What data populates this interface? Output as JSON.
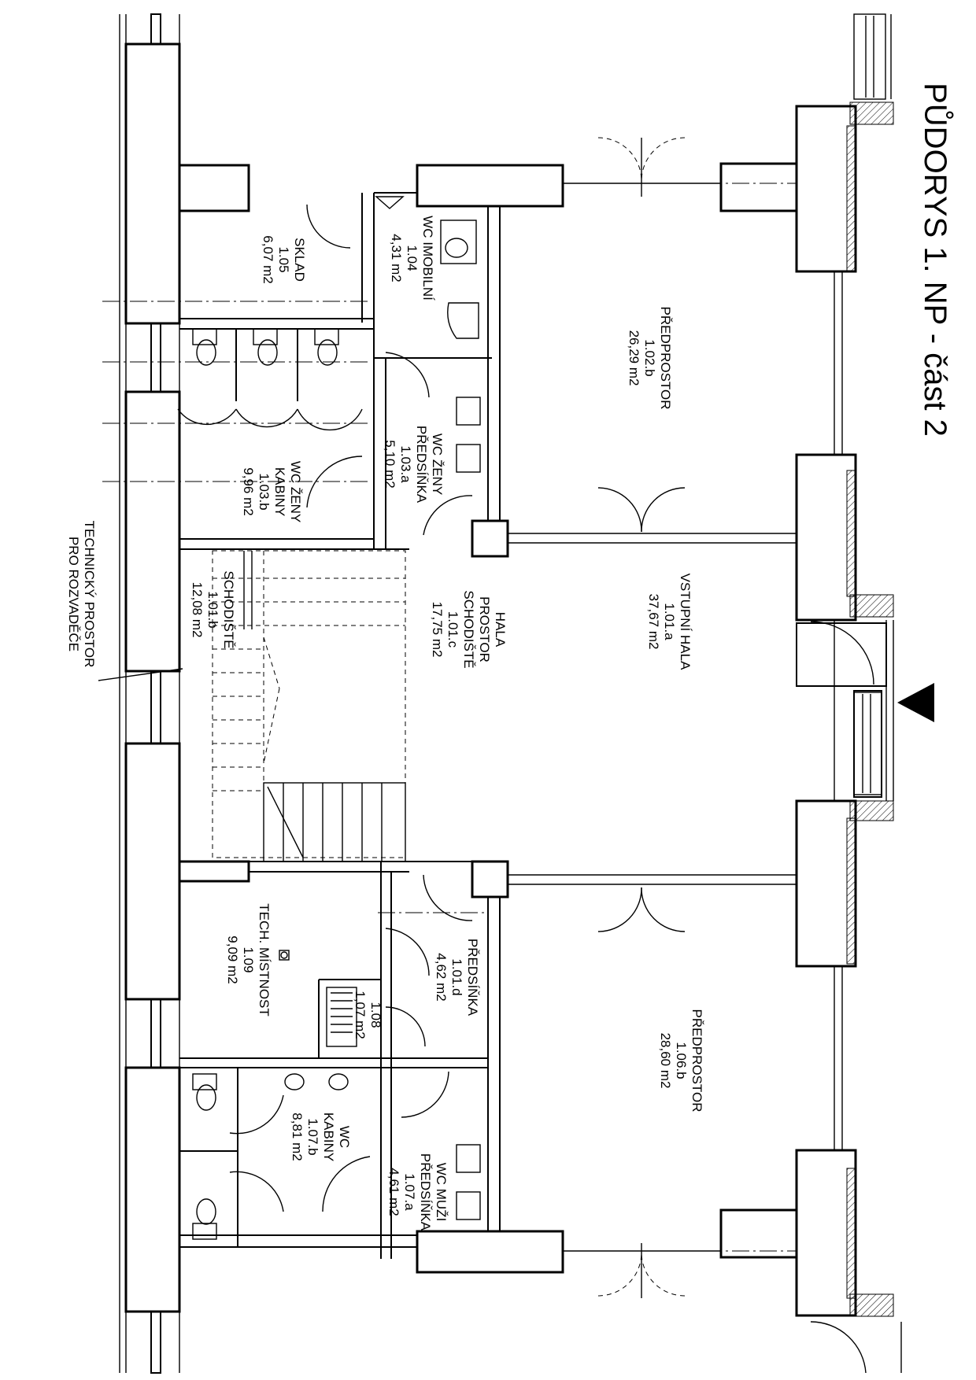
{
  "title": "PŮDORYS 1. NP - část 2",
  "rooms": [
    {
      "id": "sklad",
      "name": "SKLAD",
      "number": "1.05",
      "area": "6,07 m2"
    },
    {
      "id": "wc-imobilni",
      "name": "WC IMOBILNÍ",
      "number": "1.04",
      "area": "4,31 m2"
    },
    {
      "id": "predprostor-102b",
      "name": "PŘEDPROSTOR",
      "number": "1.02.b",
      "area": "26,29 m2"
    },
    {
      "id": "wc-zeny-predsinka",
      "name": "WC ŽENY",
      "name2": "PŘEDSÍŇKA",
      "number": "1.03.a",
      "area": "5,10 m2"
    },
    {
      "id": "wc-zeny-kabiny",
      "name": "WC ŽENY",
      "name2": "KABINY",
      "number": "1.03.b",
      "area": "9,96 m2"
    },
    {
      "id": "vstupni-hala",
      "name": "VSTUPNÍ HALA",
      "number": "1.01.a",
      "area": "37,67 m2"
    },
    {
      "id": "hala-prostor-schodiste",
      "name": "HALA",
      "name2": "PROSTOR",
      "name3": "SCHODIŠTĚ",
      "number": "1.01.c",
      "area": "17,75 m2"
    },
    {
      "id": "schodiste",
      "name": "SCHODIŠTĚ",
      "number": "1.01.b",
      "area": "12,08 m2"
    },
    {
      "id": "tech-mistnost",
      "name": "TECH. MÍSTNOST",
      "number": "1.09",
      "area": "9,09 m2"
    },
    {
      "id": "predsinka-101d",
      "name": "PŘEDSÍŇKA",
      "number": "1.01.d",
      "area": "4,62 m2"
    },
    {
      "id": "room-108",
      "number": "1.08",
      "area": "1,07 m2"
    },
    {
      "id": "predprostor-106b",
      "name": "PŘEDPROSTOR",
      "number": "1.06.b",
      "area": "28,60 m2"
    },
    {
      "id": "wc-kabiny",
      "name": "WC",
      "name2": "KABINY",
      "number": "1.07.b",
      "area": "8,81 m2"
    },
    {
      "id": "wc-muzi-predsinka",
      "name": "WC MUŽI",
      "name2": "PŘEDSÍŇKA",
      "number": "1.07.a",
      "area": "4,61 m2"
    }
  ],
  "callouts": {
    "technicky_prostor_1": "TECHNICKÝ PROSTOR",
    "technicky_prostor_2": "PRO ROZVADĚČE"
  },
  "colors": {
    "line": "#000000",
    "background": "#ffffff"
  }
}
